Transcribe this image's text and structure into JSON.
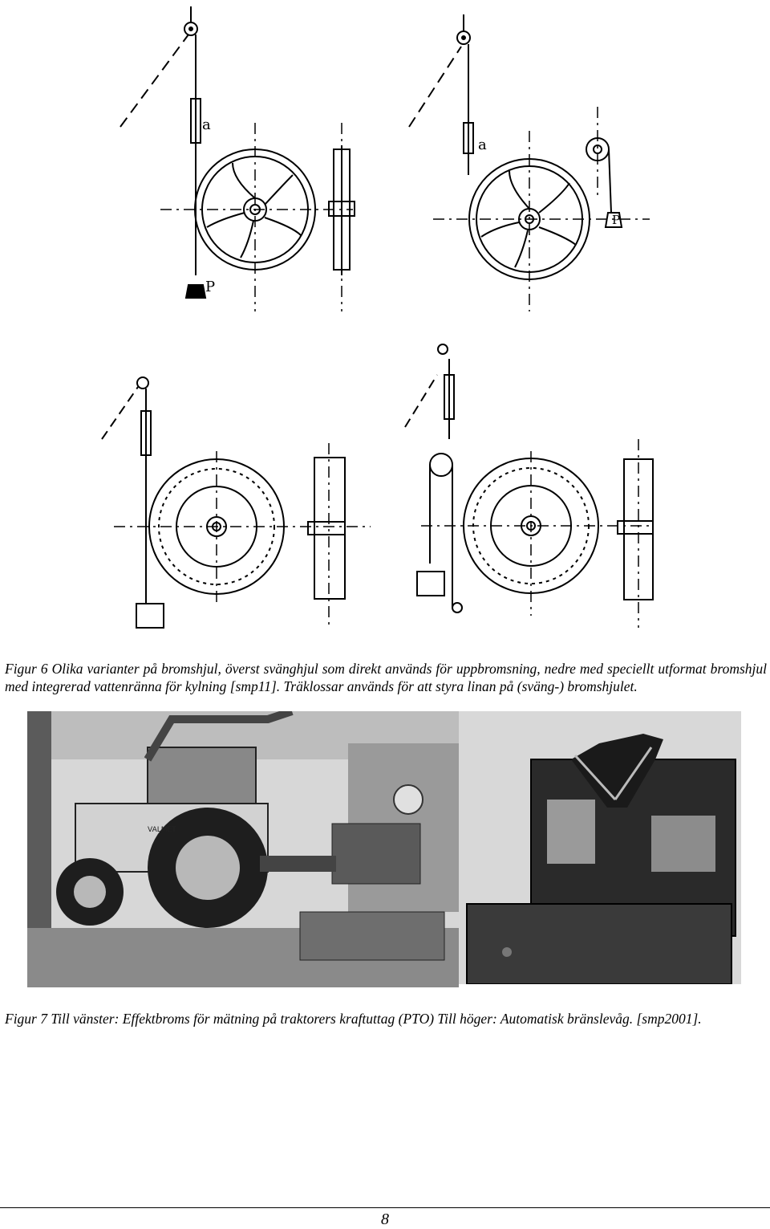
{
  "figure6": {
    "labels": {
      "weight_a_1": "a",
      "weight_p_1": "P",
      "weight_a_2": "a",
      "weight_p_2": "P"
    },
    "caption": "Figur 6 Olika varianter på bromshjul, överst svänghjul som direkt används för uppbromsning, nedre med speciellt utformat bromshjul med integrerad vattenränna för kylning [smp11]. Träklossar används för att styra linan på (sväng-) bromshjulet."
  },
  "figure7": {
    "left_photo": {
      "tractor_brand": "VALMET"
    },
    "caption": "Figur 7 Till vänster: Effektbroms för mätning på traktorers kraftuttag (PTO) Till höger: Automatisk bränslevåg. [smp2001]."
  },
  "footer": {
    "page_number": "8"
  }
}
